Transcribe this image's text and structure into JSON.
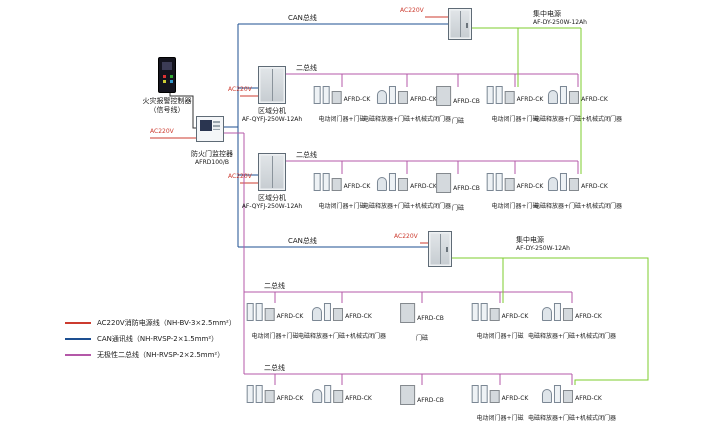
{
  "colors": {
    "power_line": "#cc3b2f",
    "can_line": "#1d4f91",
    "two_bus_line": "#b458a8",
    "dc_line": "#7ccc2e"
  },
  "legend": {
    "items": [
      {
        "name": "power",
        "label": "AC220V消防电源线（NH-BV-3×2.5mm²）"
      },
      {
        "name": "can",
        "label": "CAN通讯线（NH-RVSP-2×1.5mm²）"
      },
      {
        "name": "two_bus",
        "label": "无极性二总线（NH-RVSP-2×2.5mm²）"
      }
    ]
  },
  "controller": {
    "label": "火灾报警控制器",
    "signal": "（信号线）"
  },
  "monitor": {
    "power": "AC220V",
    "label": "防火门监控器",
    "model": "AFRD100/B"
  },
  "zones": [
    {
      "power": "AC220V",
      "label": "区域分机",
      "model": "AF-QYFJ-250W-12Ah"
    },
    {
      "power": "AC220V",
      "label": "区域分机",
      "model": "AF-QYFJ-250W-12Ah"
    }
  ],
  "psus": [
    {
      "power": "AC220V",
      "label": "集中电源",
      "model": "AF-DY-250W-12Ah"
    },
    {
      "power": "AC220V",
      "label": "集中电源",
      "model": "AF-DY-250W-12Ah"
    }
  ],
  "bus_labels": {
    "can": "CAN总线",
    "two_bus": "二总线"
  },
  "rows": [
    {
      "groups": [
        {
          "type": "closer",
          "module": "AFRD-CK",
          "desc": "电动闭门器+门磁"
        },
        {
          "type": "release",
          "module": "AFRD-CK",
          "desc": "电磁释放器+门磁+机械式闭门器"
        },
        {
          "type": "magnet",
          "module": "AFRD-CB",
          "desc": "门磁"
        },
        {
          "type": "closer",
          "module": "AFRD-CK",
          "desc": "电动闭门器+门磁"
        },
        {
          "type": "release",
          "module": "AFRD-CK",
          "desc": "电磁释放器+门磁+机械式闭门器"
        }
      ]
    },
    {
      "groups": [
        {
          "type": "closer",
          "module": "AFRD-CK",
          "desc": "电动闭门器+门磁"
        },
        {
          "type": "release",
          "module": "AFRD-CK",
          "desc": "电磁释放器+门磁+机械式闭门器"
        },
        {
          "type": "magnet",
          "module": "AFRD-CB",
          "desc": "门磁"
        },
        {
          "type": "closer",
          "module": "AFRD-CK",
          "desc": "电动闭门器+门磁"
        },
        {
          "type": "release",
          "module": "AFRD-CK",
          "desc": "电磁释放器+门磁+机械式闭门器"
        }
      ]
    },
    {
      "groups": [
        {
          "type": "closer",
          "module": "AFRD-CK",
          "desc": "电动闭门器+门磁"
        },
        {
          "type": "release",
          "module": "AFRD-CK",
          "desc": "电磁释放器+门磁+机械式闭门器"
        },
        {
          "type": "magnet",
          "module": "AFRD-CB",
          "desc": "门磁"
        },
        {
          "type": "closer",
          "module": "AFRD-CK",
          "desc": "电动闭门器+门磁"
        },
        {
          "type": "release",
          "module": "AFRD-CK",
          "desc": "电磁释放器+门磁+机械式闭门器"
        }
      ]
    },
    {
      "groups": [
        {
          "type": "closer",
          "module": "AFRD-CK",
          "desc": ""
        },
        {
          "type": "release",
          "module": "AFRD-CK",
          "desc": ""
        },
        {
          "type": "magnet",
          "module": "AFRD-CB",
          "desc": ""
        },
        {
          "type": "closer",
          "module": "AFRD-CK",
          "desc": "电动闭门器+门磁"
        },
        {
          "type": "release",
          "module": "AFRD-CK",
          "desc": "电磁释放器+门磁+机械式闭门器"
        }
      ]
    }
  ]
}
